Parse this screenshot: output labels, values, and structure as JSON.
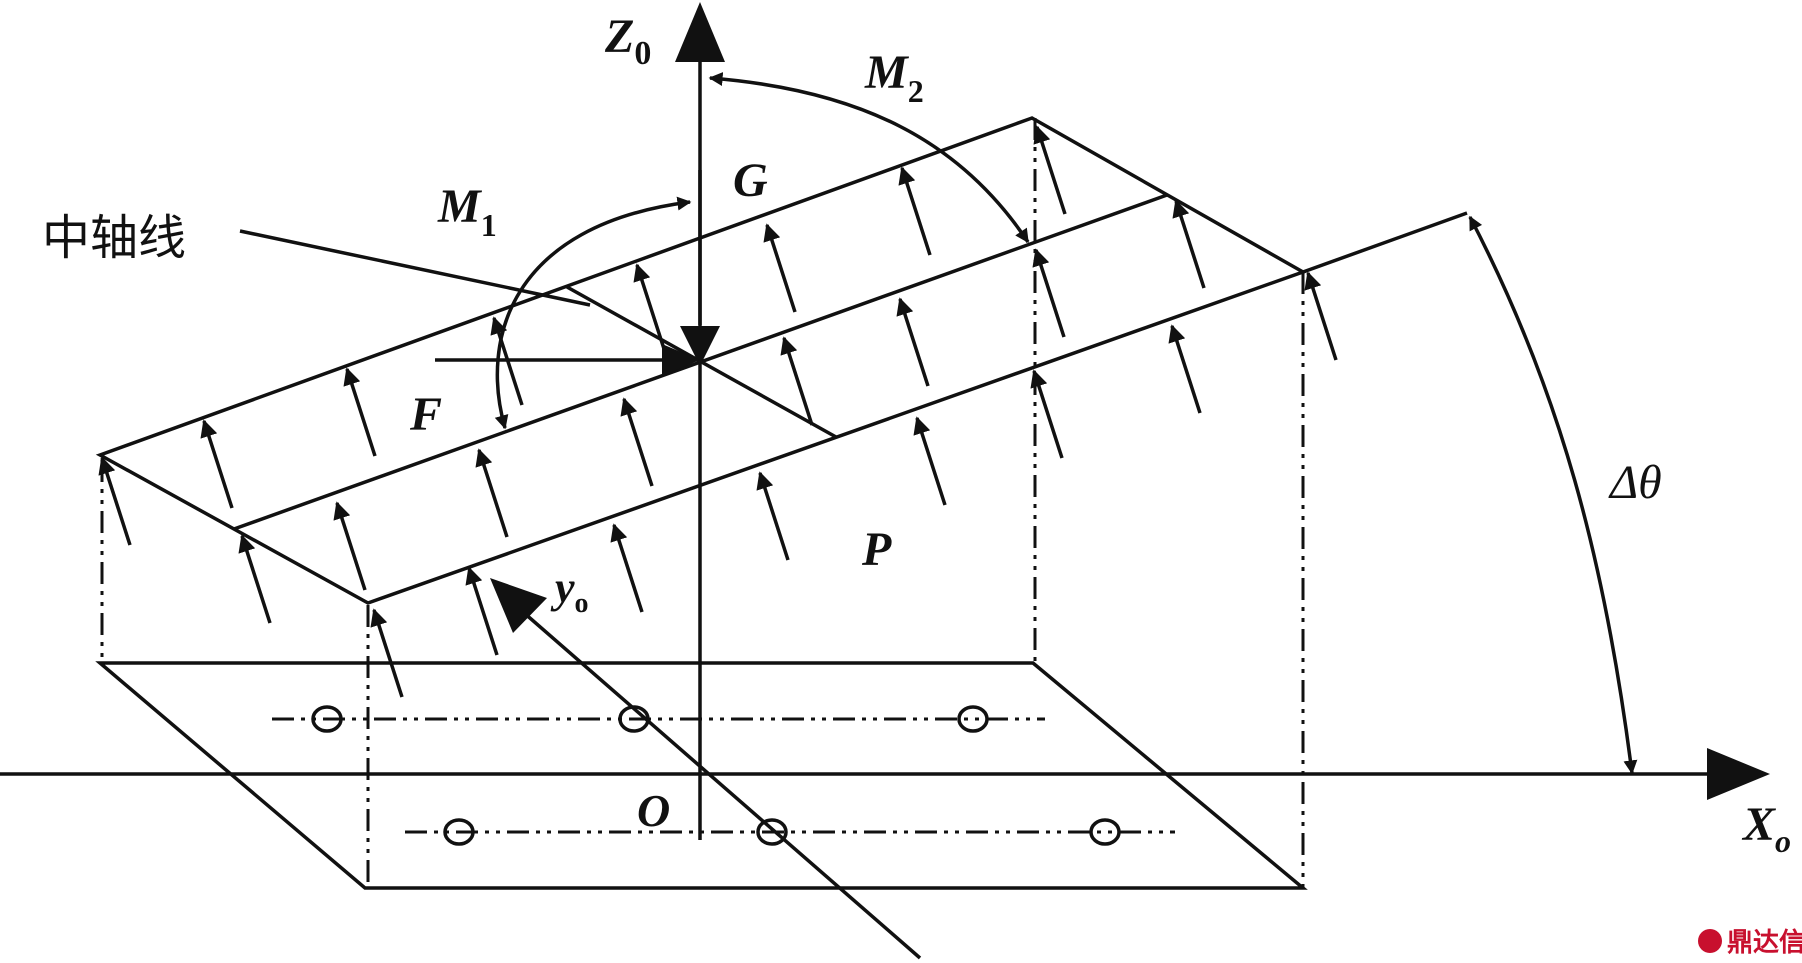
{
  "diagram": {
    "labels": {
      "z_axis": "Z",
      "z_axis_sub": "0",
      "x_axis": "X",
      "x_axis_sub": "o",
      "y_axis": "y",
      "y_axis_sub": "o",
      "origin": "O",
      "moment_1": "M",
      "moment_1_sub": "1",
      "moment_2": "M",
      "moment_2_sub": "2",
      "gravity": "G",
      "force": "F",
      "pressure": "P",
      "tilt_angle": "Δθ",
      "central_axis": "中轴线"
    },
    "watermark": "鼎达信",
    "colors": {
      "line": "#111111",
      "watermark": "#c8102e"
    }
  }
}
